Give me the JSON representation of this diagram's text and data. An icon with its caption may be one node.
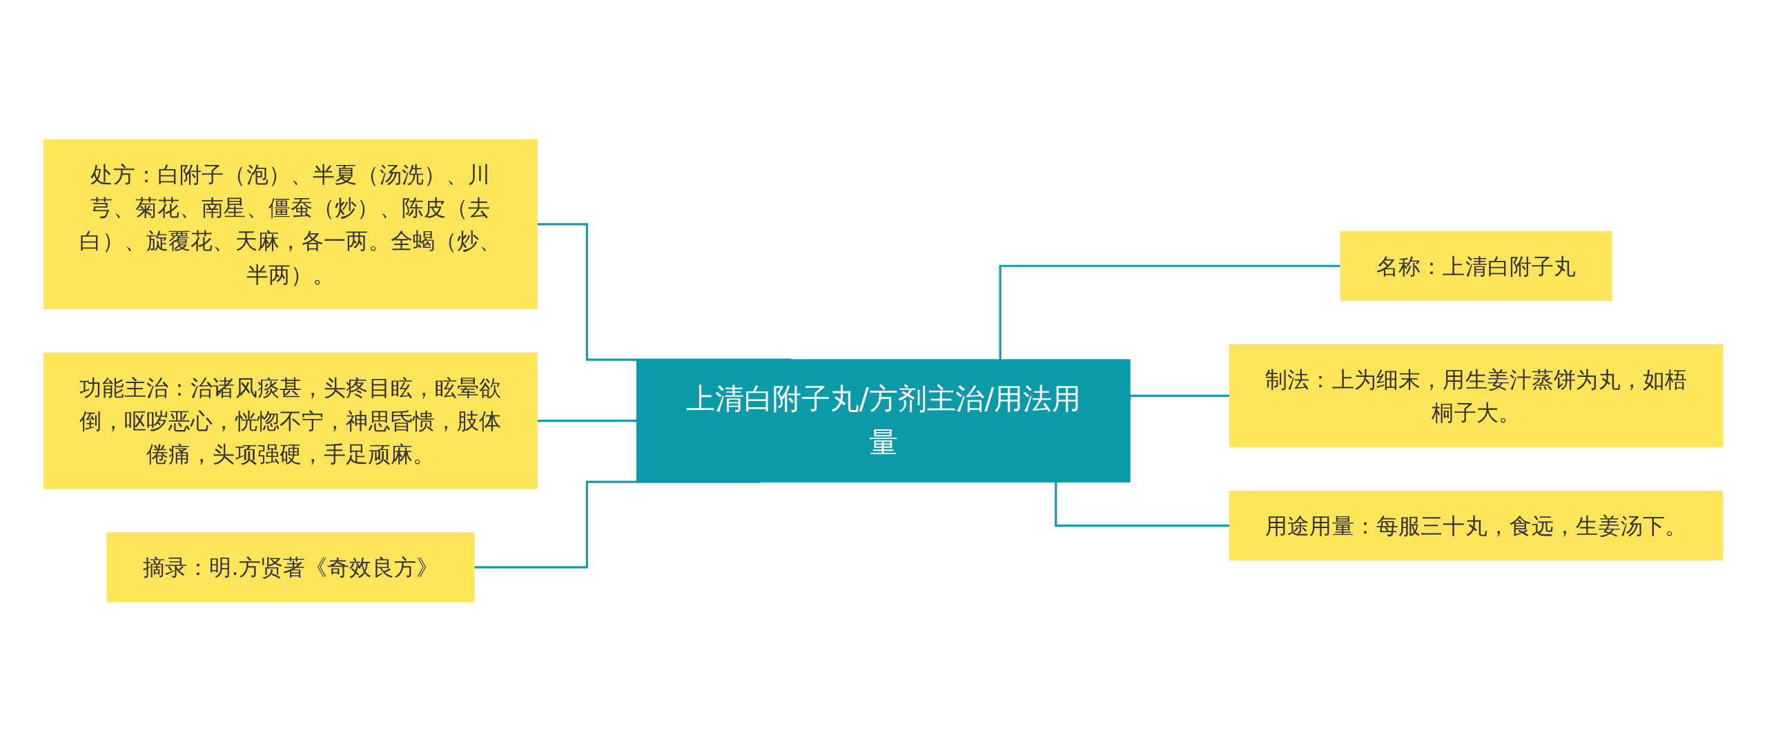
{
  "diagram": {
    "nodes": [
      {
        "text": [
          "上清白附子丸/方剂主治/用法用量"
        ]
      },
      {
        "text": [
          "处方：白附子（泡）、半夏（汤洗）、川芎、菊花、南星、僵蚕（炒）、陈皮（去白）、旋覆花、天麻，各一两。全蝎（炒、半两）。"
        ]
      },
      {
        "text": [
          "功能主治：治诸风痰甚，头疼目眩，眩晕欲倒，呕哕恶心，恍惚不宁，神思昏愦，肢体倦痛，头项强硬，手足顽麻。"
        ]
      },
      {
        "text": [
          "摘录：明.方贤著《奇效良方》"
        ]
      },
      {
        "text": [
          "名称：上清白附子丸"
        ]
      },
      {
        "text": [
          "制法：上为细末，用生姜汁蒸饼为丸，如梧桐子大。"
        ]
      },
      {
        "text": [
          "用途用量：每服三十丸，食远，生姜汤下。"
        ]
      }
    ],
    "edges": [
      {
        "from": 0,
        "to": 1,
        "arrow": "none"
      },
      {
        "from": 0,
        "to": 2,
        "arrow": "none"
      },
      {
        "from": 0,
        "to": 3,
        "arrow": "none"
      },
      {
        "from": 0,
        "to": 4,
        "arrow": "none"
      },
      {
        "from": 0,
        "to": 5,
        "arrow": "none"
      },
      {
        "from": 0,
        "to": 6,
        "arrow": "none"
      }
    ]
  }
}
